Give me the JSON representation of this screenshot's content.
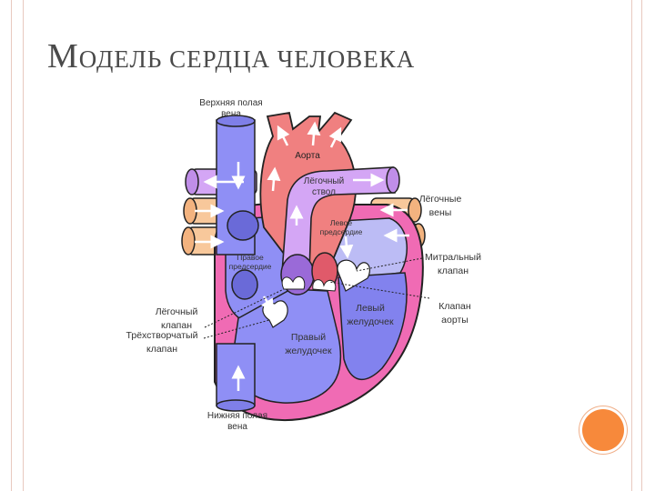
{
  "slide": {
    "title_first": "М",
    "title_rest": "ОДЕЛЬ СЕРДЦА ЧЕЛОВЕКА"
  },
  "labels": {
    "svc": [
      "Верхняя полая",
      "вена"
    ],
    "aorta": "Аорта",
    "pulm_trunk": [
      "Лёгочный",
      "ствол"
    ],
    "pulm_veins": [
      "Лёгочные",
      "вены"
    ],
    "left_atrium": [
      "Левое",
      "предсердие"
    ],
    "right_atrium": [
      "Правое",
      "предсердие"
    ],
    "mitral": [
      "Митральный",
      "клапан"
    ],
    "aortic_valve": [
      "Клапан",
      "аорты"
    ],
    "pulm_valve": [
      "Лёгочный",
      "клапан"
    ],
    "tricuspid": [
      "Трёхстворчатый",
      "клапан"
    ],
    "left_ventricle": [
      "Левый",
      "желудочек"
    ],
    "right_ventricle": [
      "Правый",
      "желудочек"
    ],
    "ivc": [
      "Нижняя полая",
      "вена"
    ]
  },
  "colors": {
    "oxygenated": "#f08080",
    "deoxygenated": "#8f8ff5",
    "pulmonary_artery": "#d4a6f5",
    "pulmonary_vein": "#f8c89b",
    "myocardium": "#f06bb4",
    "accent": "#f7893b"
  }
}
